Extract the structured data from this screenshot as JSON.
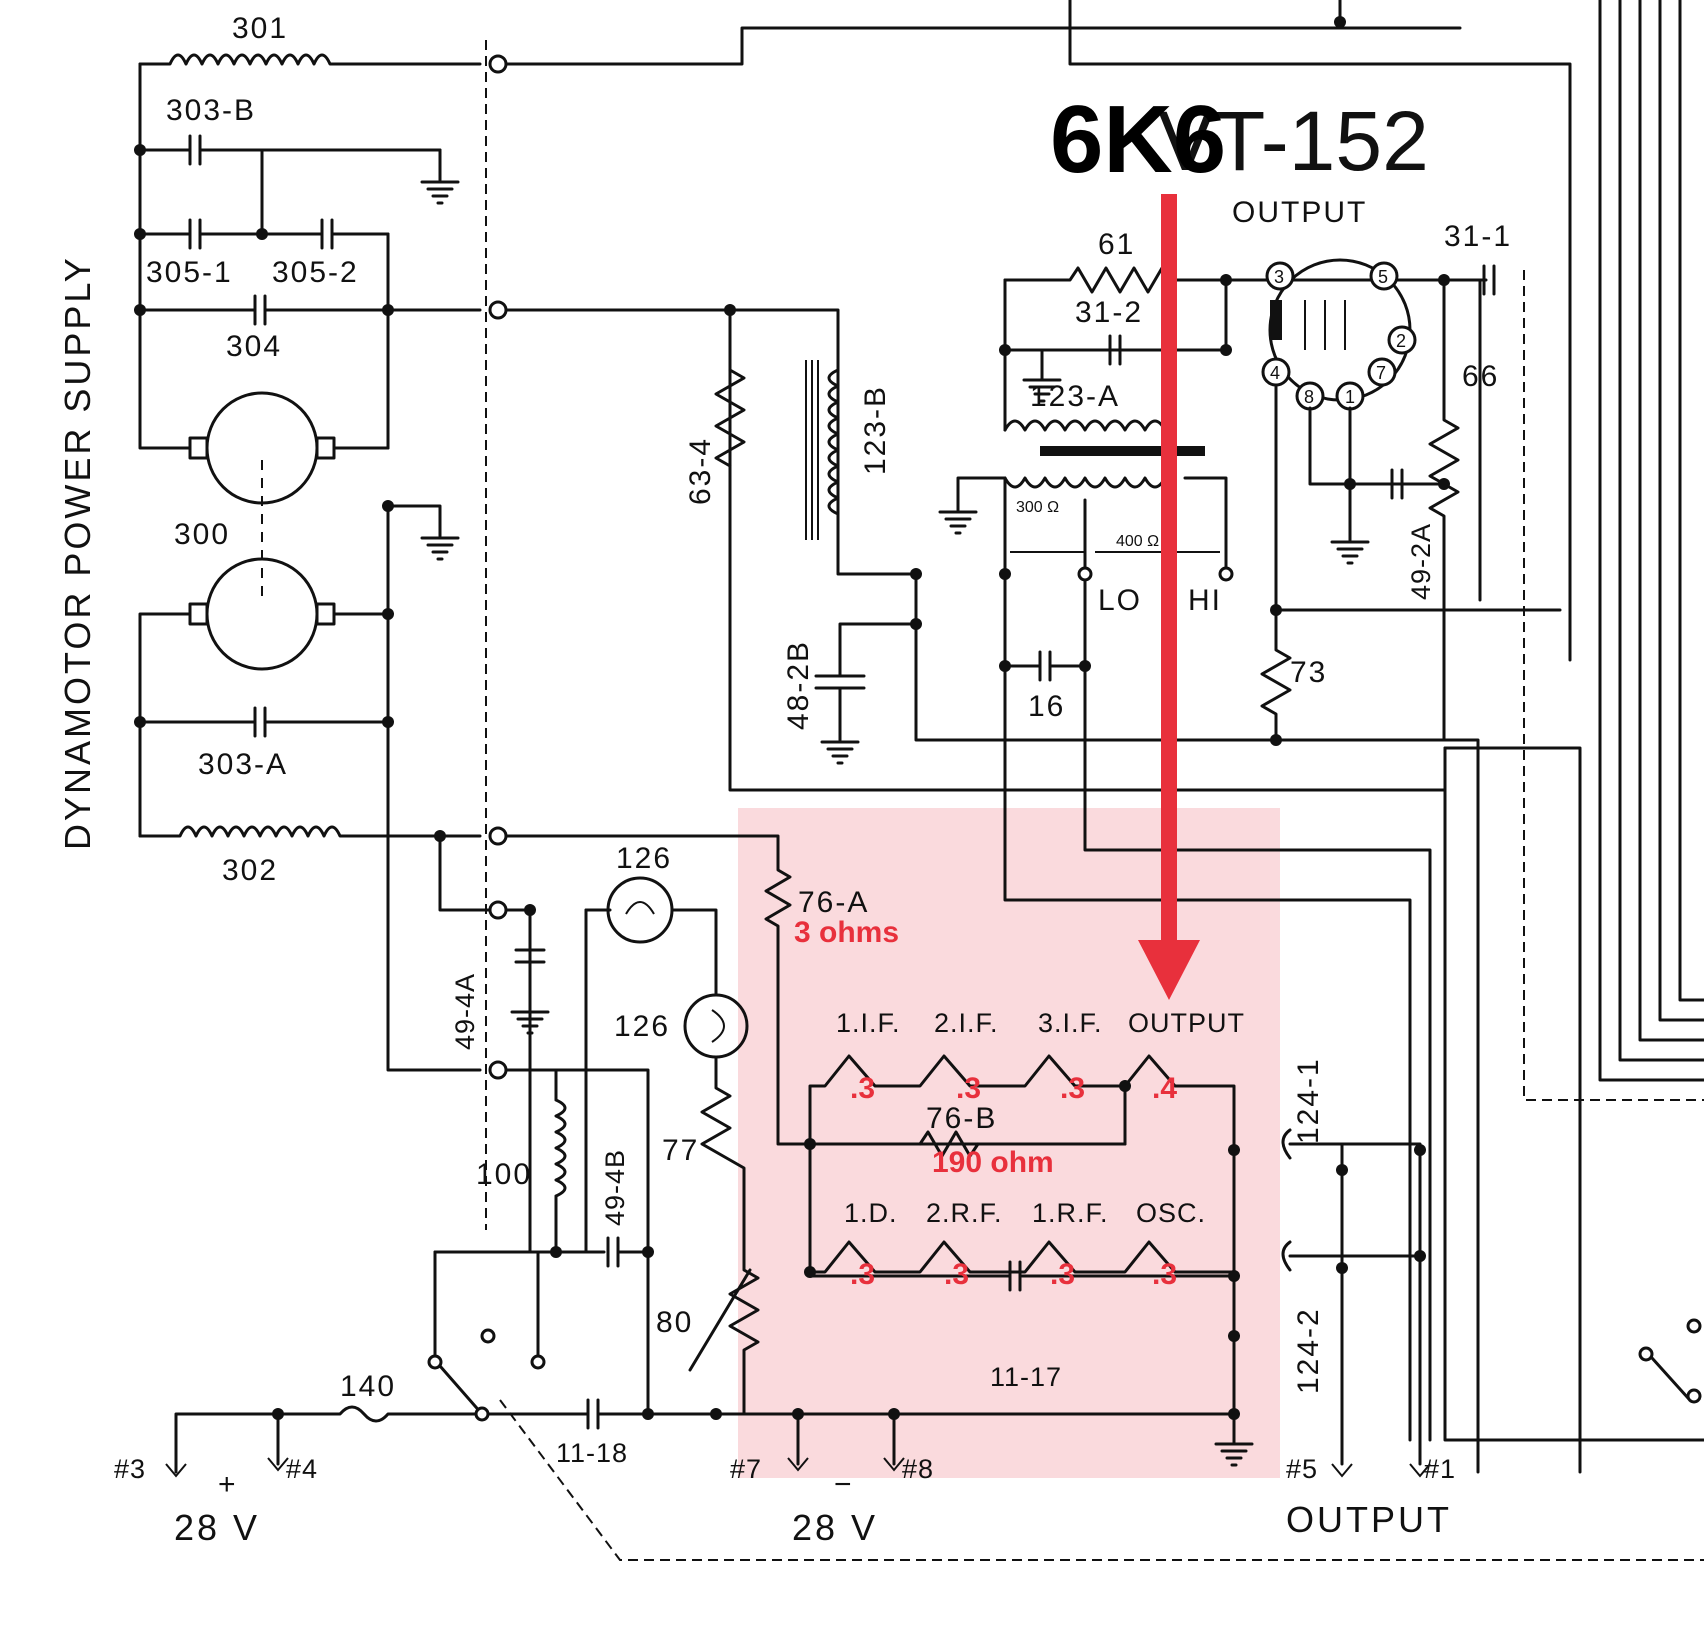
{
  "side_title": "DYNAMOTOR POWER SUPPLY",
  "overlay_title": "6K6",
  "tube_label": "VT-152",
  "tube_function": "OUTPUT",
  "components": {
    "c301": "301",
    "c303b": "303-B",
    "c3051": "305-1",
    "c3052": "305-2",
    "c304": "304",
    "c300": "300",
    "c303a": "303-A",
    "c302": "302",
    "c634": "63-4",
    "c123b": "123-B",
    "c61": "61",
    "c312": "31-2",
    "c123a": "123-A",
    "c311": "31-1",
    "c66": "66",
    "c492a": "49-2A",
    "c73": "73",
    "c482b": "48-2B",
    "c16": "16",
    "c300r": "300 Ω",
    "c400r": "400 Ω",
    "lo": "LO",
    "hi": "HI",
    "c126a": "126",
    "c126b": "126",
    "c76a": "76-A",
    "c494a": "49-4A",
    "c494b": "49-4B",
    "c100": "100",
    "c77": "77",
    "c80": "80",
    "c140": "140",
    "c1118": "11-18",
    "c76b": "76-B",
    "c1117": "11-17",
    "c1241": "124-1",
    "c1242": "124-2"
  },
  "heaters": {
    "row1": [
      "1.I.F.",
      "2.I.F.",
      "3.I.F.",
      "OUTPUT"
    ],
    "row2": [
      "1.D.",
      "2.R.F.",
      "1.R.F.",
      "OSC."
    ]
  },
  "pins": [
    "3",
    "5",
    "2",
    "7",
    "4",
    "8",
    "1"
  ],
  "terminals": {
    "t3": "#3",
    "t4": "#4",
    "t7": "#7",
    "t8": "#8",
    "t5": "#5",
    "t1": "#1",
    "plus": "+",
    "minus": "−",
    "v28_left": "28 V",
    "v28_mid": "28 V",
    "output_bottom": "OUTPUT"
  },
  "annotations": {
    "r76a_value": "3 ohms",
    "r76b_value": "190 ohm",
    "row1_values": [
      ".3",
      ".3",
      ".3",
      ".4"
    ],
    "row2_values": [
      ".3",
      ".3",
      ".3",
      ".3"
    ]
  },
  "colors": {
    "highlight": "#fadadd",
    "arrow": "#e8303c",
    "ink": "#111111"
  }
}
